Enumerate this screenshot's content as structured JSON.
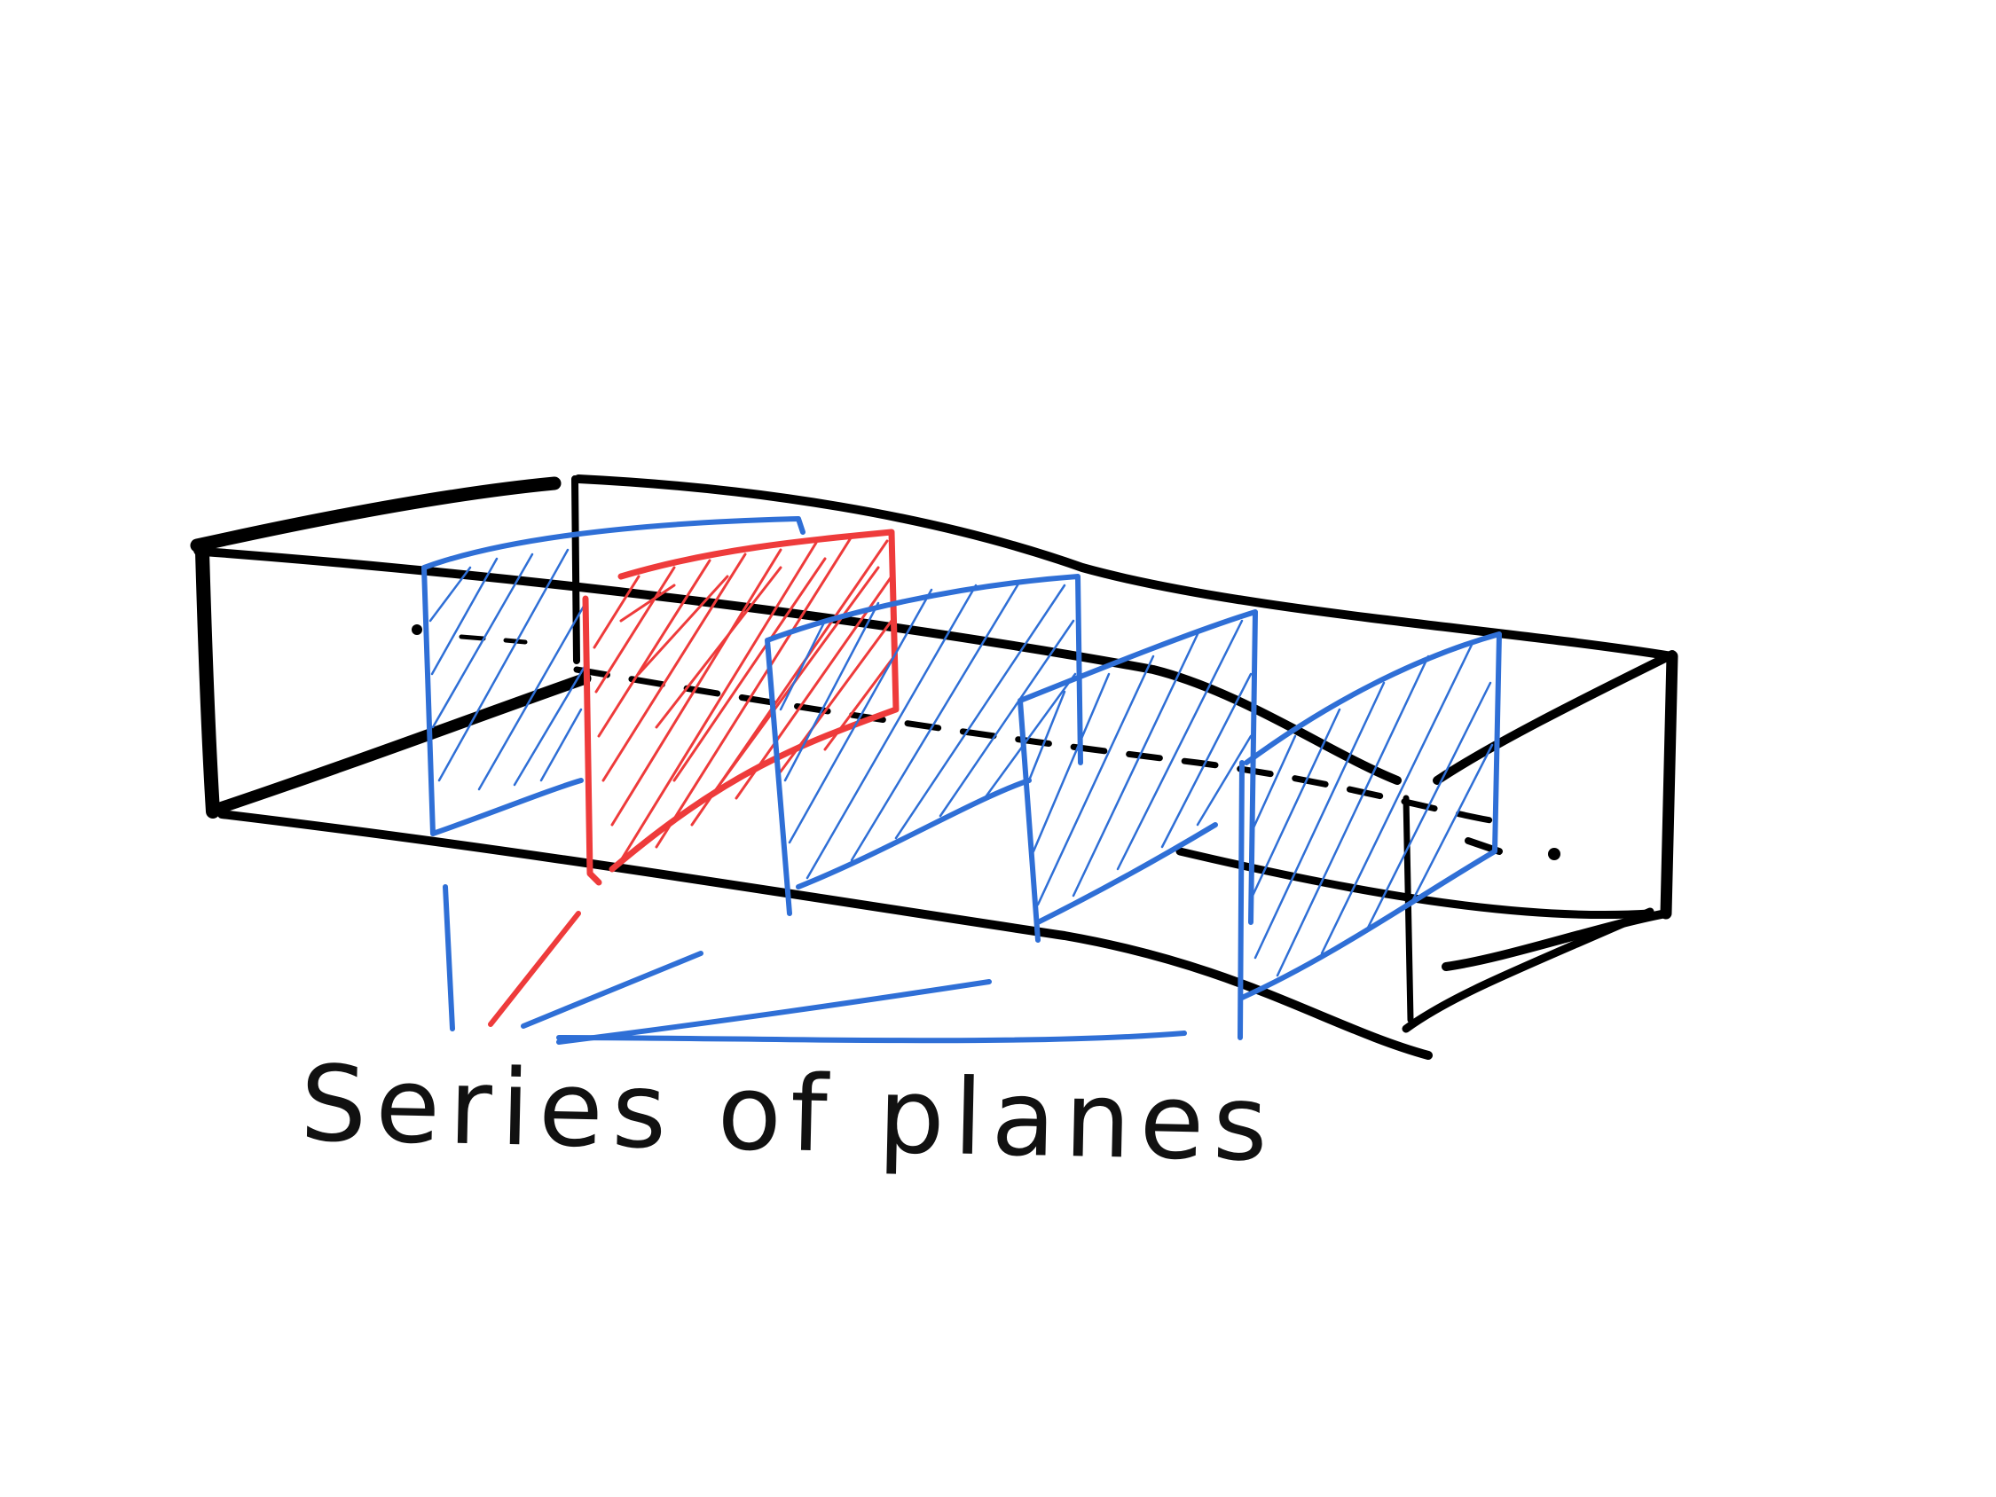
{
  "diagram": {
    "caption": "Series of planes",
    "colors": {
      "box_stroke": "#000000",
      "plane_stroke": "#2f6fd6",
      "highlight_plane_stroke": "#ee3b3b",
      "background": "#ffffff"
    },
    "planes": {
      "count": 5,
      "highlighted_index": 1
    }
  }
}
